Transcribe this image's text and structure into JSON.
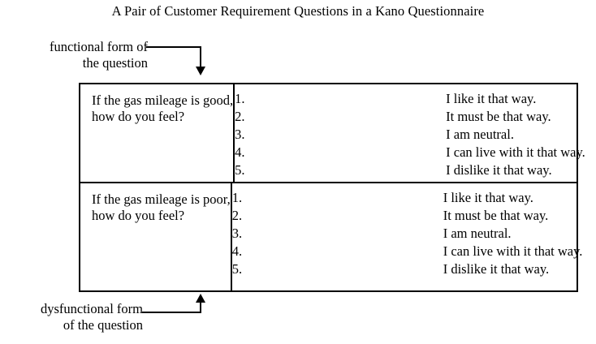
{
  "title": "A Pair of Customer Requirement Questions in a Kano Questionnaire",
  "labels": {
    "functional": {
      "line1": "functional form of",
      "line2": "the question"
    },
    "dysfunctional": {
      "line1": "dysfunctional form",
      "line2": "of the question"
    }
  },
  "table": {
    "rows": [
      {
        "question": {
          "line1": "If the gas mileage is good,",
          "line2": "how do you feel?"
        },
        "answers": [
          {
            "num": "1.",
            "text": "I like it that way."
          },
          {
            "num": "2.",
            "text": "It must be that way."
          },
          {
            "num": "3.",
            "text": "I am neutral."
          },
          {
            "num": "4.",
            "text": "I can live with it that way."
          },
          {
            "num": "5.",
            "text": "I dislike it that way."
          }
        ]
      },
      {
        "question": {
          "line1": "If the gas mileage is poor,",
          "line2": "how do you feel?"
        },
        "answers": [
          {
            "num": "1.",
            "text": "I like it that way."
          },
          {
            "num": "2.",
            "text": "It must be that way."
          },
          {
            "num": "3.",
            "text": "I am neutral."
          },
          {
            "num": "4.",
            "text": "I can live with it that way."
          },
          {
            "num": "5.",
            "text": "I dislike it that way."
          }
        ]
      }
    ]
  },
  "colors": {
    "ink": "#000000",
    "paper": "#ffffff"
  }
}
